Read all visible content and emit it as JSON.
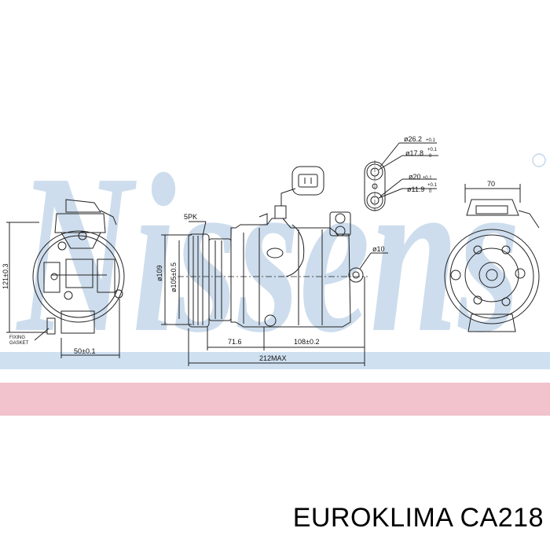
{
  "watermark": {
    "text": "Nissens",
    "color": "#c4d7ea"
  },
  "band_colors": {
    "blue": "#cfe0f1",
    "pink": "#f2c2cd"
  },
  "dimensions": {
    "d_26": "ø26.2",
    "d_26_tol": "+0.1",
    "d_17": "ø17.8",
    "d_17_tol_top": "+0.1",
    "d_17_tol_bot": "0",
    "d_20": "ø20",
    "d_20_tol": "±0.1",
    "d_11": "ø11.9",
    "d_11_tol_top": "+0.1",
    "d_11_tol_bot": "0",
    "w_70": "70",
    "pk": "5PK",
    "d_109": "ø109",
    "d_105": "ø105±0.5",
    "d_10": "ø10",
    "h_121": "121±0.3",
    "w_71": "71.6",
    "w_108": "108±0.2",
    "w_212": "212MAX",
    "w_50": "50±0.1",
    "fixing_1": "FIXING",
    "fixing_2": "GASKET"
  },
  "caption": "EUROKLIMA CA218"
}
